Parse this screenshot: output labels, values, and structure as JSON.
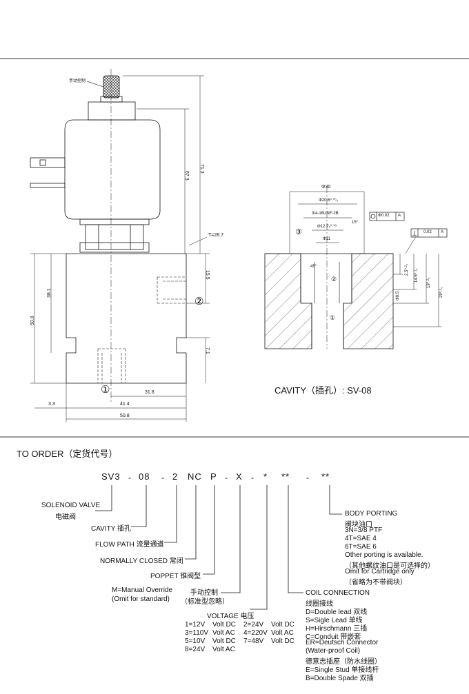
{
  "drawing": {
    "manual_override_label": "手动控制",
    "dims": {
      "d_71_3": "71.3",
      "d_67_3": "67.3",
      "t_28_7": "T=28.7",
      "d_15_5": "15.5",
      "d_38_1": "38.1",
      "d_50_8_v": "50.8",
      "d_7_1": "7.1",
      "d_31_8": "31.8",
      "d_3_3": "3.3",
      "d_41_4": "41.4",
      "d_50_8_h": "50.8"
    },
    "port1": "①",
    "port2": "②"
  },
  "cavity": {
    "phi30": "Φ30",
    "phi20_6": "Φ20.6⁰·⁰⁵₀",
    "unf": "3/4-16UNF-2B",
    "phi12_7": "Φ12.7₀⁰·⁰³",
    "phi11": "Φ11",
    "angle15": "15°",
    "angle45": "45°",
    "tol_conc_val": "Φ0.02",
    "tol_conc_ref": "A",
    "tol_perp_val": "0.02",
    "tol_perp_ref": "A",
    "d_2_5": "2.5⁰·²₀",
    "d_14_5": "14.5⁰·¹₀",
    "d_19": "19⁰·²₀",
    "d_29": "29⁰·²₀",
    "d_8_5": "Φ8.5",
    "port3": "③",
    "port2": "②",
    "port1": "①",
    "caption": "CAVITY（插孔）: SV-08"
  },
  "order": {
    "title": "TO ORDER（定货代号）",
    "code": {
      "p1": "SV3",
      "p2": "08",
      "p3": "2",
      "p4": "NC",
      "p5": "P",
      "p6": "X",
      "p7": "*",
      "p8": "**",
      "p9": "**",
      "dash": "-"
    },
    "labels": {
      "solenoid_en": "SOLENOID VALVE",
      "solenoid_cn": "电磁阀",
      "cavity": "CAVITY  插孔",
      "flow": "FLOW PATH  流量通道",
      "nc": "NORMALLY CLOSED  常闭",
      "poppet": "POPPET  锥阀型",
      "manual_1": "M=Manual Override",
      "manual_1_cn": "手动控制",
      "manual_2": "(Omit for standard)",
      "manual_2_cn": "（标准型忽略）"
    },
    "voltage": {
      "title": "VOLTAGE  电压",
      "rows": [
        [
          "1=12V",
          "Volt DC",
          "2=24V",
          "Volt DC"
        ],
        [
          "3=110V",
          "Volt AC",
          "4=220V",
          "Volt AC"
        ],
        [
          "5=10V",
          "Volt DC",
          "7=48V",
          "Volt DC"
        ],
        [
          "8=24V",
          "Volt AC",
          "",
          ""
        ]
      ]
    },
    "body_porting": [
      "BODY PORTING",
      "阀块油口",
      "3N=3/8 PTF",
      "4T=SAE 4",
      "6T=SAE 6",
      "Other porting is available.",
      "（其他螺纹油口是可选择的）",
      "Omit for Cartridge only",
      "（省略为不带阀块）"
    ],
    "coil": [
      "COIL CONNECTION",
      "线圈接线",
      "D=Double lead 双线",
      "S=Sigle Lead  单线",
      "H=Hirschmann  三插",
      "C=Conduit     带嵌套",
      "ER=Deutsch Connector",
      "(Water-proof Coil)",
      "德意志插座（防水线圈）",
      "E=Single Stud  单接线杆",
      "B=Double Spade  双插"
    ]
  }
}
